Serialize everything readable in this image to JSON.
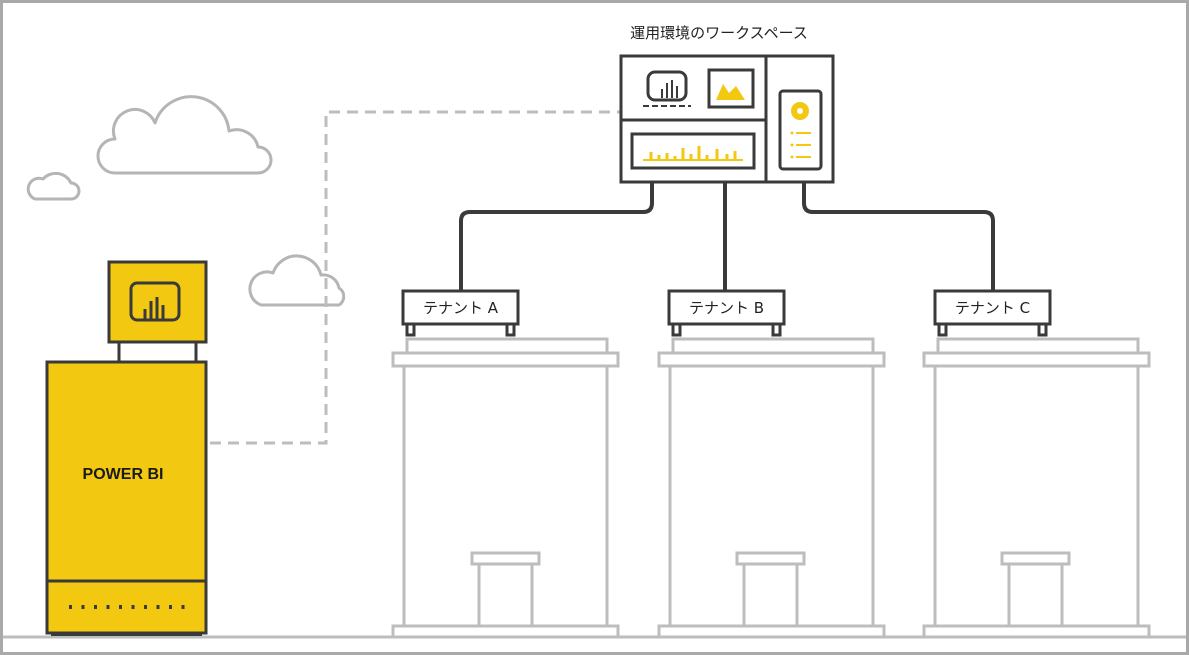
{
  "workspace": {
    "title": "運用環境のワークスペース"
  },
  "powerbi": {
    "label": "POWER BI"
  },
  "tenants": [
    {
      "label": "テナント A"
    },
    {
      "label": "テナント B"
    },
    {
      "label": "テナント C"
    }
  ],
  "colors": {
    "accent": "#f2c811",
    "outline": "#3a3a3a",
    "building": "#bdbdbd",
    "cloud": "#b5b5b5",
    "dashed_link": "#bdbdbd"
  },
  "icons": [
    "cloud-icon",
    "powerbi-logo-icon",
    "report-icon",
    "area-chart-icon",
    "bar-chart-icon",
    "dataset-icon"
  ]
}
